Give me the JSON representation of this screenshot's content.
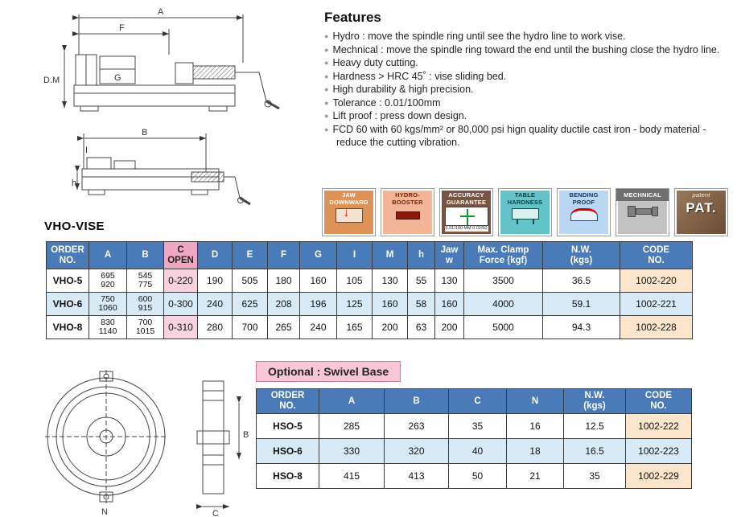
{
  "features": {
    "title": "Features",
    "items": [
      "Hydro : move the spindle ring until see the hydro line to work vise.",
      "Mechnical : move the spindle ring toward the end until the bushing close the hydro line.",
      "Heavy duty cutting.",
      "Hardness > HRC 45˚ :  vise sliding bed.",
      "High durability & high precision.",
      "Tolerance : 0.01/100mm",
      "Lift proof : press down design.",
      "FCD 60 with 60 kgs/mm² or 80,000 psi hign quality ductile cast iron - body material - reduce the cutting vibration."
    ]
  },
  "badges": [
    {
      "label": "JAW\nDOWNWARD"
    },
    {
      "label": "HYDRO-\nBOOSTER"
    },
    {
      "label": "ACCURACY\nGUARANTEE",
      "sub": "0.01/100 MM  0.02/50"
    },
    {
      "label": "TABLE\nHARDNESS"
    },
    {
      "label": "BENDING\nPROOF"
    },
    {
      "label": "MECHNICAL"
    },
    {
      "label": "patent",
      "big": "PAT."
    }
  ],
  "vho": {
    "title": "VHO-VISE",
    "headers": [
      "ORDER\nNO.",
      "A",
      "B",
      "C\nOPEN",
      "D",
      "E",
      "F",
      "G",
      "I",
      "M",
      "h",
      "Jaw\nw",
      "Max. Clamp\nForce (kgf)",
      "N.W.\n(kgs)",
      "CODE\nNO."
    ],
    "rows": [
      [
        "VHO-5",
        "695\n920",
        "545\n775",
        "0-220",
        "190",
        "505",
        "180",
        "160",
        "105",
        "130",
        "55",
        "130",
        "3500",
        "36.5",
        "1002-220"
      ],
      [
        "VHO-6",
        "750\n1060",
        "600\n915",
        "0-300",
        "240",
        "625",
        "208",
        "196",
        "125",
        "160",
        "58",
        "160",
        "4000",
        "59.1",
        "1002-221"
      ],
      [
        "VHO-8",
        "830\n1140",
        "700\n1015",
        "0-310",
        "280",
        "700",
        "265",
        "240",
        "165",
        "200",
        "63",
        "200",
        "5000",
        "94.3",
        "1002-228"
      ]
    ]
  },
  "swivel": {
    "title": "Optional : Swivel Base",
    "headers": [
      "ORDER\nNO.",
      "A",
      "B",
      "C",
      "N",
      "N.W.\n(kgs)",
      "CODE\nNO."
    ],
    "rows": [
      [
        "HSO-5",
        "285",
        "263",
        "35",
        "16",
        "12.5",
        "1002-222"
      ],
      [
        "HSO-6",
        "330",
        "320",
        "40",
        "18",
        "16.5",
        "1002-223"
      ],
      [
        "HSO-8",
        "415",
        "413",
        "50",
        "21",
        "35",
        "1002-229"
      ]
    ]
  },
  "drawings": {
    "vise_side": {
      "dim_a": "A",
      "dim_f": "F",
      "dim_g": "G",
      "dim_dm": "D.M"
    },
    "vise_top": {
      "dim_b": "B",
      "dim_i": "I",
      "dim_h": "h"
    },
    "swivel_base": {
      "dim_b": "B",
      "dim_c": "C",
      "dim_n": "N"
    }
  },
  "colors": {
    "table_header": "#4a7ab8",
    "row_alt": "#d9eaf7",
    "c_open_header": "#f0a8c2",
    "c_open_cell": "#f8d2de",
    "code_cell": "#fbe5cc",
    "optional_heading_bg": "#f9c6d8"
  }
}
